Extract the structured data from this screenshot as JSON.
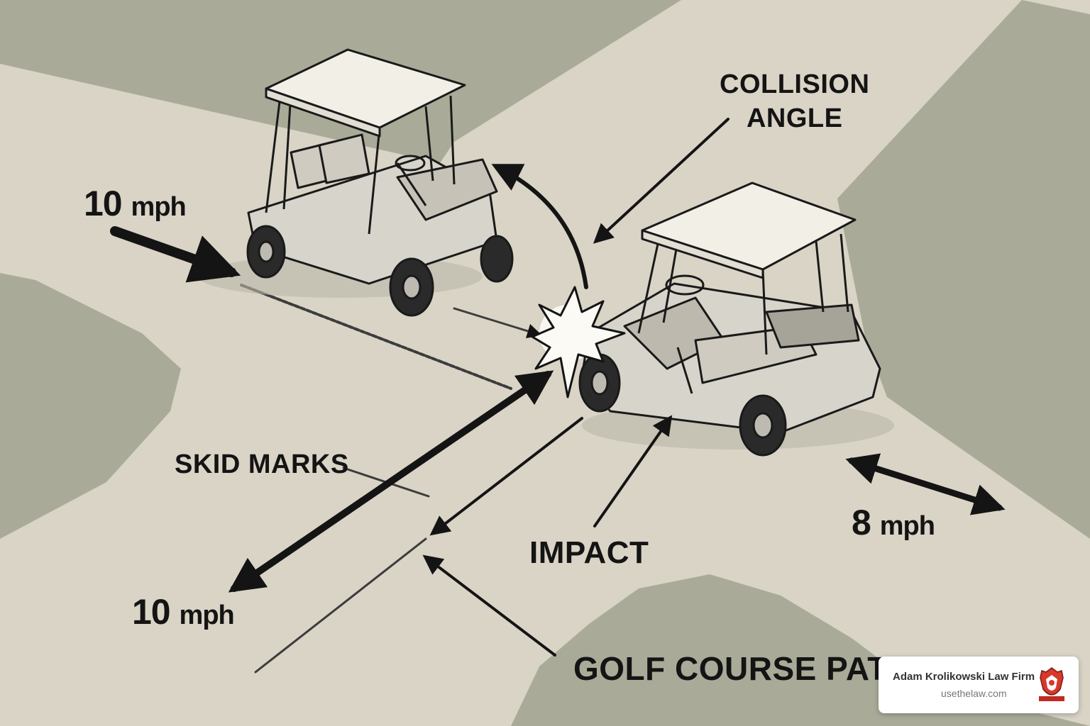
{
  "labels": {
    "speed_left_top": {
      "num": "10",
      "unit": "mph"
    },
    "collision_angle_line1": "COLLISION",
    "collision_angle_line2": "ANGLE",
    "skid_marks": "SKID MARKS",
    "impact": "IMPACT",
    "speed_right": {
      "num": "8",
      "unit": "mph"
    },
    "speed_left_bottom": {
      "num": "10",
      "unit": "mph"
    },
    "golf_course_path": "GOLF COURSE PATH"
  },
  "watermark": {
    "firm": "Adam Krolikowski Law Firm",
    "url": "usethelaw.com"
  },
  "colors": {
    "path": "#d9d4c6",
    "grass": "#a9ab98",
    "ink": "#141414",
    "cart_roof": "#f2efe6",
    "cart_body": "#d7d4cb",
    "tire": "#2a2a2a"
  }
}
